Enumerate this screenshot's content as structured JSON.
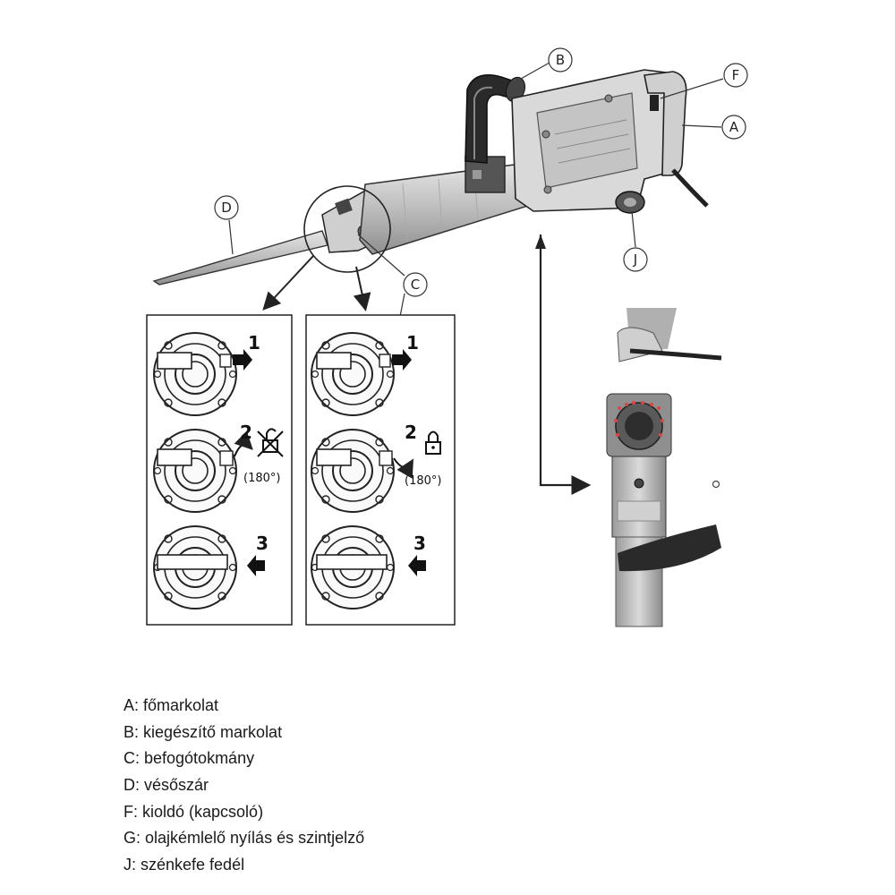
{
  "callouts": {
    "A": "A",
    "B": "B",
    "C": "C",
    "D": "D",
    "F": "F",
    "J": "J"
  },
  "panels": {
    "left": {
      "steps": [
        {
          "number": "1"
        },
        {
          "number": "2",
          "angle": "(180°)",
          "icon": "unlocked-padlock-crossed-icon"
        },
        {
          "number": "3"
        }
      ]
    },
    "right": {
      "steps": [
        {
          "number": "1"
        },
        {
          "number": "2",
          "angle": "(180°)",
          "icon": "locked-padlock-icon"
        },
        {
          "number": "3"
        }
      ]
    }
  },
  "legend": [
    {
      "key": "A",
      "text": "A: főmarkolat"
    },
    {
      "key": "B",
      "text": "B: kiegészítő markolat"
    },
    {
      "key": "C",
      "text": "C: befogótokmány"
    },
    {
      "key": "D",
      "text": "D: vésőszár"
    },
    {
      "key": "F",
      "text": "F: kioldó (kapcsoló)"
    },
    {
      "key": "G",
      "text": "G: olajkémlelő nyílás és szintjelző"
    },
    {
      "key": "J",
      "text": "J: szénkefe fedél"
    }
  ]
}
